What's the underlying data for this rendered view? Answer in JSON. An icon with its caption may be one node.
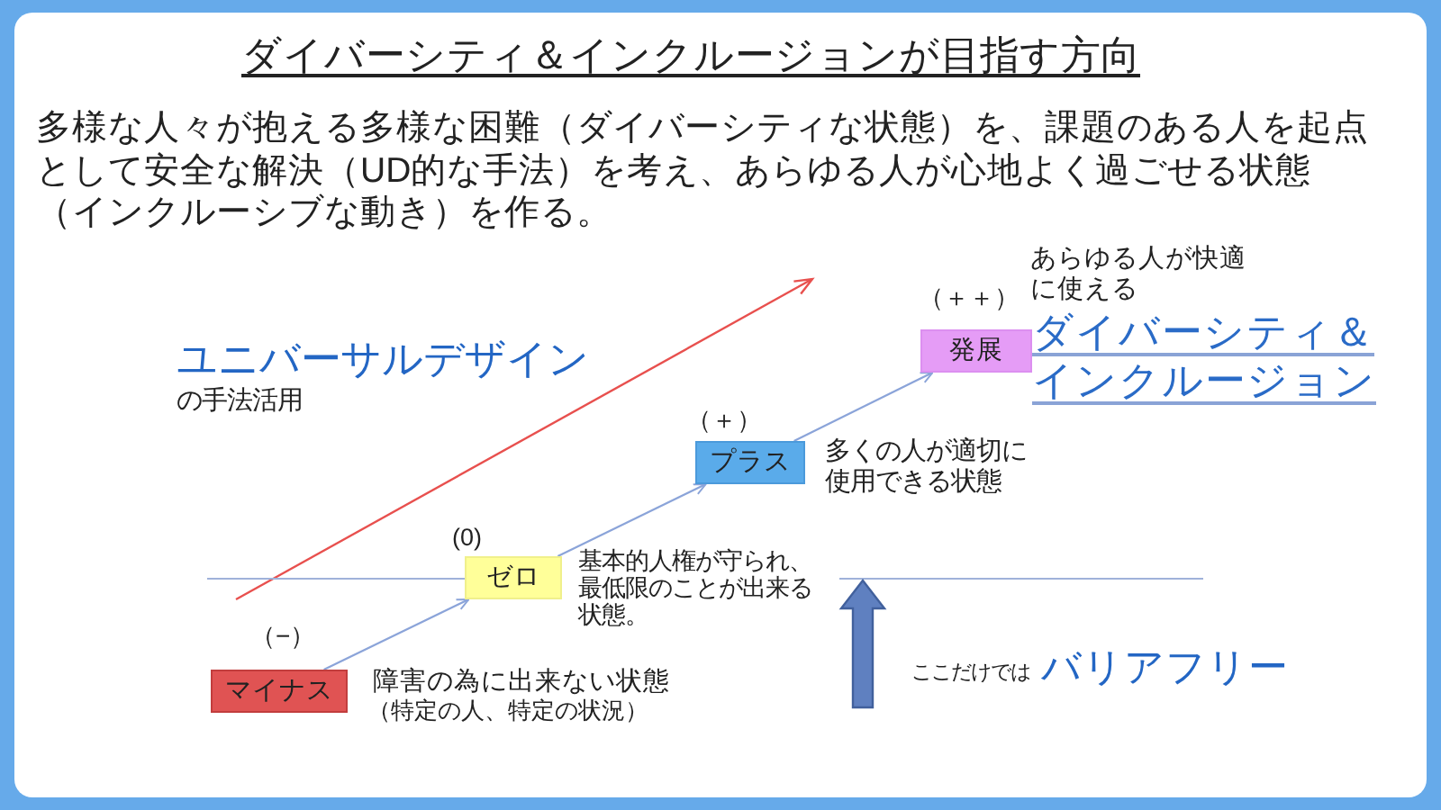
{
  "diagram": {
    "title": "ダイバーシティ＆インクルージョンが目指す方向",
    "nodes": [
      {
        "text": [
          "（−）",
          "マイナス"
        ],
        "beside": [
          "障害の為に出来ない状態",
          "（特定の人、特定の状況）"
        ]
      },
      {
        "text": [
          "(0)",
          "ゼロ"
        ],
        "beside": [
          "基本的人権が守られ、最低限のことが出来る状態。"
        ]
      },
      {
        "text": [
          "（＋）",
          "プラス"
        ],
        "beside": [
          "多くの人が適切に使用できる状態"
        ]
      },
      {
        "text": [
          "（＋＋）",
          "発展"
        ],
        "beside": [
          "あらゆる人が快適に使える",
          "ダイバーシティ＆インクルージョン"
        ]
      }
    ],
    "edges": [
      {
        "from": 0,
        "to": 1,
        "arrow": "to"
      },
      {
        "from": 1,
        "to": 2,
        "arrow": "to"
      },
      {
        "from": 2,
        "to": 3,
        "arrow": "to"
      }
    ],
    "labels": [
      "多様な人々が抱える多様な困難（ダイバーシティな状態）を、課題のある人を起点として安全な解決（UD的な手法）を考え、あらゆる人が心地よく過ごせる状態（インクルーシブな動き）を作る。",
      "ユニバーサルデザイン",
      "の手法活用",
      "ここだけでは",
      "バリアフリー"
    ]
  }
}
